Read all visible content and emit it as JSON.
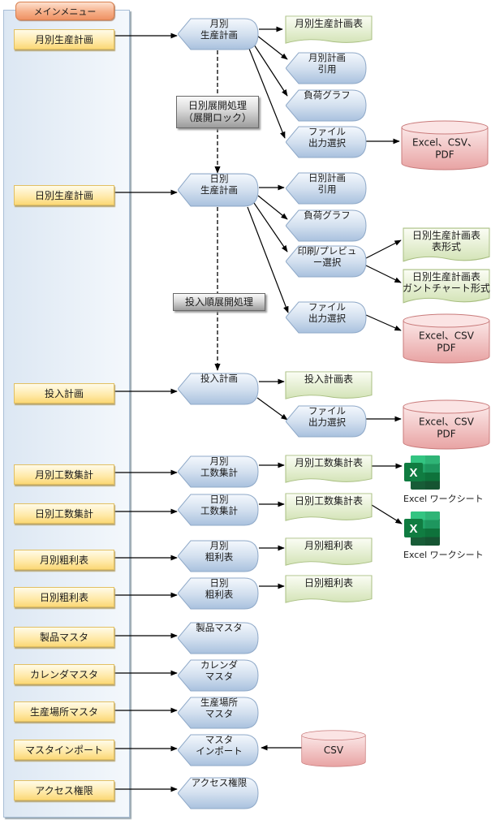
{
  "panel": {
    "title": "メインメニュー"
  },
  "menu_items": [
    {
      "label": "月別生産計画"
    },
    {
      "label": "日別生産計画"
    },
    {
      "label": "投入計画"
    },
    {
      "label": "月別工数集計"
    },
    {
      "label": "日別工数集計"
    },
    {
      "label": "月別粗利表"
    },
    {
      "label": "日別粗利表"
    },
    {
      "label": "製品マスタ"
    },
    {
      "label": "カレンダマスタ"
    },
    {
      "label": "生産場所マスタ"
    },
    {
      "label": "マスタインポート"
    },
    {
      "label": "アクセス権限"
    }
  ],
  "screens": {
    "monthly_plan": "月別\n生産計画",
    "daily_plan": "日別\n生産計画",
    "input_plan": "投入計画",
    "monthly_man_hours": "月別\n工数集計",
    "daily_man_hours": "日別\n工数集計",
    "monthly_gross_profit": "月別\n粗利表",
    "daily_gross_profit": "日別\n粗利表",
    "product_master": "製品マスタ",
    "calendar_master": "カレンダ\nマスタ",
    "location_master": "生産場所\nマスタ",
    "master_import": "マスタ\nインポート",
    "access_rights": "アクセス権限"
  },
  "sub_screens": {
    "monthly_plan_quote": "月別計画\n引用",
    "monthly_load_graph": "負荷グラフ",
    "monthly_file_output": "ファイル\n出力選択",
    "daily_plan_quote": "日別計画\n引用",
    "daily_load_graph": "負荷グラフ",
    "daily_print_preview": "印刷/プレビュ\nー選択",
    "daily_file_output": "ファイル\n出力選択",
    "input_file_output": "ファイル\n出力選択"
  },
  "documents": {
    "monthly_plan_table": "月別生産計画表",
    "daily_plan_table_form": "日別生産計画表\n表形式",
    "daily_plan_gantt": "日別生産計画表\nガントチャート形式",
    "input_plan_table": "投入計画表",
    "monthly_man_hours_table": "月別工数集計表",
    "daily_man_hours_table": "日別工数集計表",
    "monthly_gross_profit_table": "月別粗利表",
    "daily_gross_profit_table": "日別粗利表"
  },
  "storage": {
    "monthly_output": "Excel、CSV、\nPDF",
    "daily_output": "Excel、CSV\nPDF",
    "input_output": "Excel、CSV\nPDF",
    "csv_source": "CSV"
  },
  "processes": {
    "daily_expand": "日別展開処理\n（展開ロック）",
    "input_order_expand": "投入順展開処理"
  },
  "excel_files": [
    {
      "letter": "X",
      "caption": "Excel ワークシート"
    },
    {
      "letter": "X",
      "caption": "Excel ワークシート"
    }
  ],
  "colors": {
    "menu_fill": "#ffe9a8",
    "display_fill": "#c7d7ea",
    "document_fill": "#dde8c4",
    "storage_fill": "#f2bcbc",
    "excel_green": "#1d7044"
  }
}
